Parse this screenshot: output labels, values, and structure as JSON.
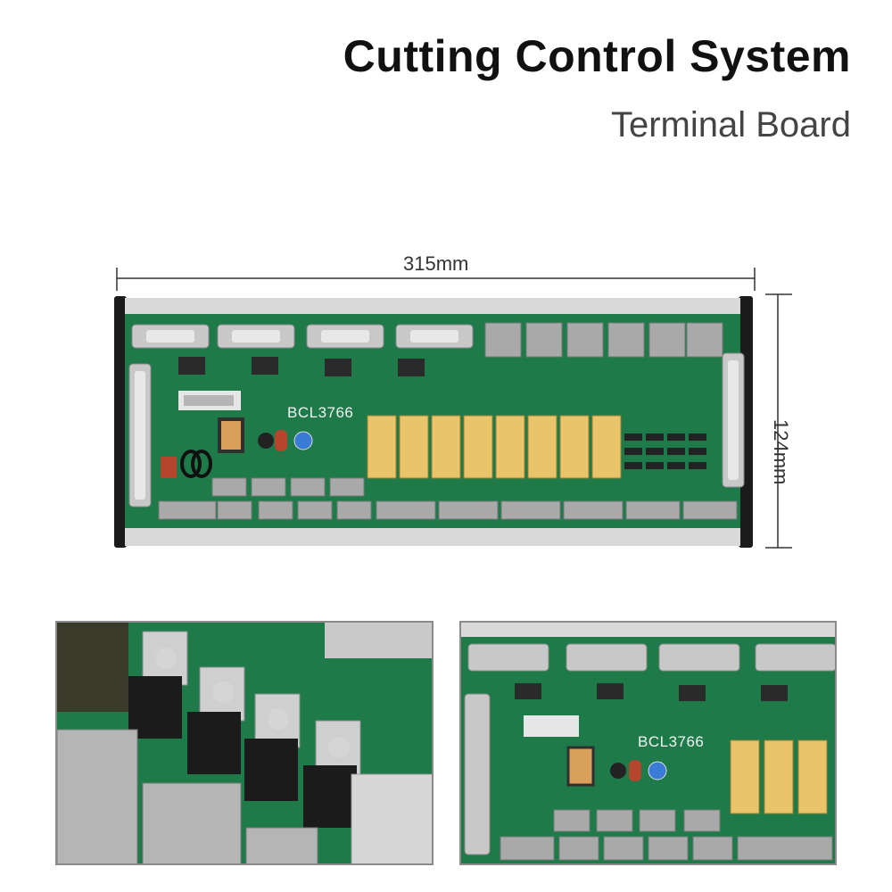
{
  "header": {
    "title": "Cutting Control System",
    "subtitle": "Terminal Board"
  },
  "dimensions": {
    "width_label": "315mm",
    "height_label": "124mm"
  },
  "board": {
    "model": "BCL3766"
  },
  "colors": {
    "pcb": "#1f7a4a",
    "rail": "#d9d9d9",
    "relay": "#e9c46a",
    "connector": "#c8c8c8",
    "terminal": "#a9a9a9"
  }
}
